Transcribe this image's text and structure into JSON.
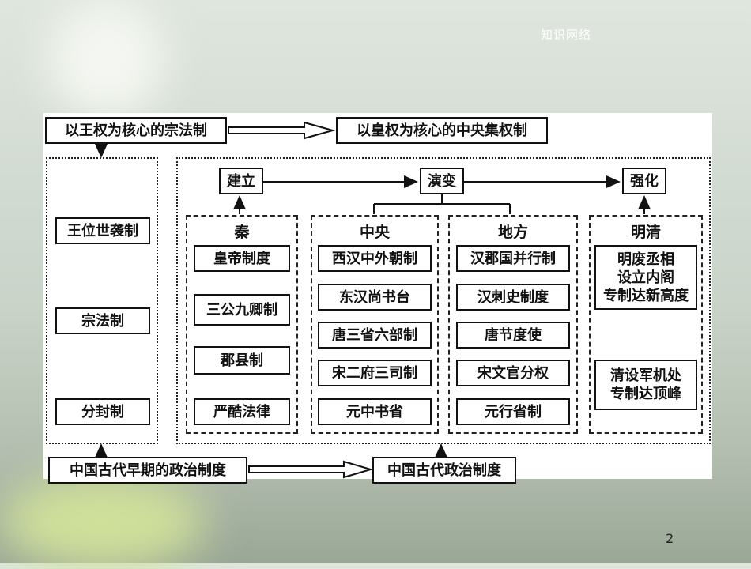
{
  "slide": {
    "title": "知识网络",
    "page_number": "2"
  },
  "diagram": {
    "top_left": "以王权为核心的宗法制",
    "top_right": "以皇权为核心的中央集权制",
    "bottom_left": "中国古代早期的政治制度",
    "bottom_right": "中国古代政治制度",
    "early_systems": [
      "王位世袭制",
      "宗法制",
      "分封制"
    ],
    "stages": {
      "establish": "建立",
      "evolve": "演变",
      "strengthen": "强化"
    },
    "qin": {
      "title": "秦",
      "items": [
        "皇帝制度",
        "三公九卿制",
        "郡县制",
        "严酷法律"
      ]
    },
    "central": {
      "title": "中央",
      "items": [
        "西汉中外朝制",
        "东汉尚书台",
        "唐三省六部制",
        "宋二府三司制",
        "元中书省"
      ]
    },
    "local": {
      "title": "地方",
      "items": [
        "汉郡国并行制",
        "汉刺史制度",
        "唐节度使",
        "宋文官分权",
        "元行省制"
      ]
    },
    "mingqing": {
      "title": "明清",
      "item1": [
        "明废丞相",
        "设立内阁",
        "专制达新高度"
      ],
      "item2": [
        "清设军机处",
        "专制达顶峰"
      ]
    }
  }
}
